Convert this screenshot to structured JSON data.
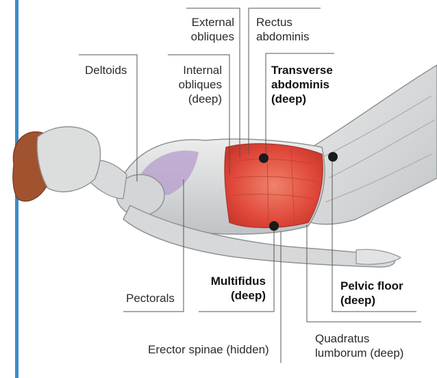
{
  "labels": {
    "external_obliques": "External\nobliques",
    "rectus_abdominis": "Rectus\nabdominis",
    "deltoids": "Deltoids",
    "internal_obliques": "Internal\nobliques\n(deep)",
    "transverse_abdominis": "Transverse\nabdominis\n(deep)",
    "pectorals": "Pectorals",
    "multifidus": "Multifidus\n(deep)",
    "pelvic_floor": "Pelvic floor\n(deep)",
    "erector_spinae": "Erector spinae (hidden)",
    "quadratus_lumborum": "Quadratus\nlumborum (deep)"
  },
  "colors": {
    "frame_bar": "#3a8ec7",
    "skin": "#d9d9d9",
    "skin_shadow": "#9ea3a6",
    "hair": "#a0532e",
    "core_muscle": "#e0483a",
    "pectoral_tint": "#b59ccc",
    "leader_line": "#555555",
    "dot": "#1a1a1a"
  }
}
